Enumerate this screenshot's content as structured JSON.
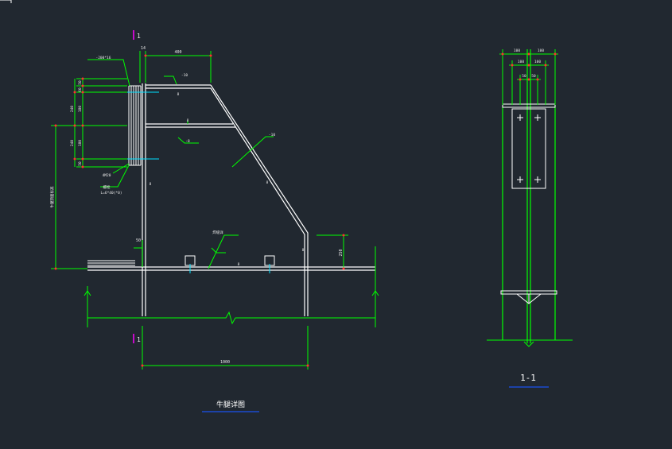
{
  "colors": {
    "background": "#212830",
    "structure": "#ffffff",
    "dimension": "#00ff00",
    "annotation": "#e8e8e8",
    "section_mark": "#ff00ff",
    "underline": "#1a4ad0",
    "marker_red": "#ff3030",
    "marker_cyan": "#00e0ff"
  },
  "main_view": {
    "title": "牛腿详图",
    "dim_top_400": "400",
    "dim_top_14": "14",
    "dim_bottom_1000": "1000",
    "dim_right_250": "250",
    "dim_small_50": "50",
    "left_dims": [
      "50",
      "60",
      "240",
      "180",
      "240",
      "180",
      "50"
    ],
    "left_dim_vertical": "牛腿顶面标高",
    "plate_label": "-200*16",
    "bolt_label_1": "4M20",
    "bolt_label_2": "螺栓",
    "bolt_label_3": "L=6*40(*0)",
    "weld_label_1": "-10",
    "weld_label_2": "-8",
    "weld_label_3": "-10",
    "weld_top": "焊缝详",
    "member_mark_a": "8",
    "member_mark_b": "8",
    "member_mark_c": "8",
    "member_mark_d": "8",
    "member_mark_e": "8",
    "member_mark_f": "8",
    "section_mark_top": "1",
    "section_mark_bottom": "1"
  },
  "section_view": {
    "title": "1-1",
    "dim_row1": [
      "100",
      "100"
    ],
    "dim_row2": [
      "100",
      "100"
    ],
    "dim_row3": [
      "50",
      "50"
    ]
  }
}
